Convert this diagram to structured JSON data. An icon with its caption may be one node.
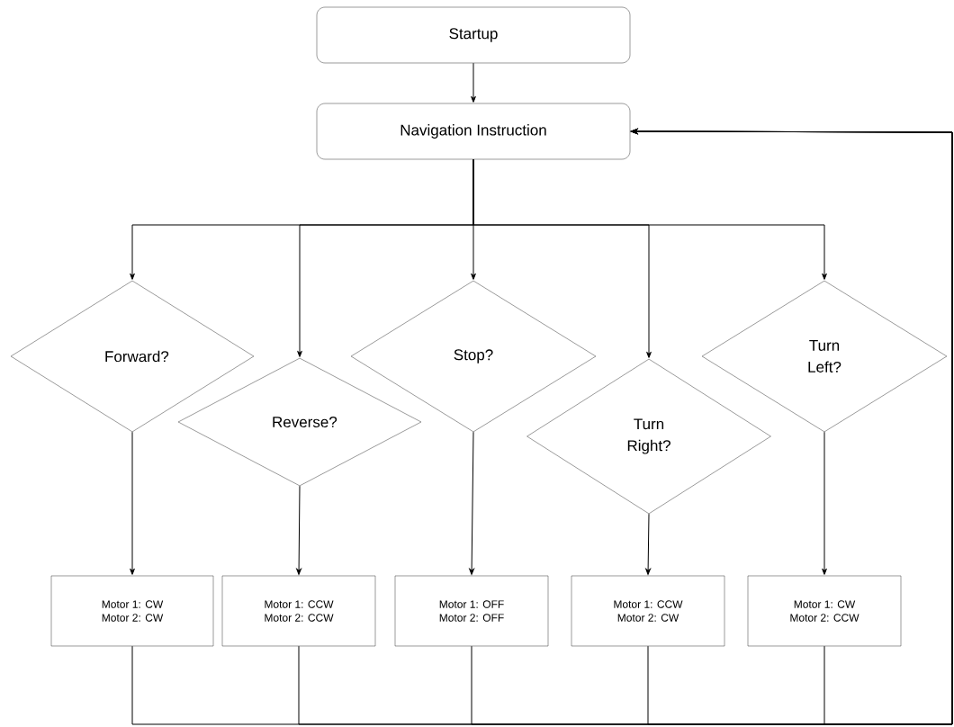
{
  "diagram": {
    "nodes": [
      {
        "text": [
          "Startup"
        ]
      },
      {
        "text": [
          "Navigation Instruction"
        ]
      },
      {
        "text": [
          "Forward?"
        ]
      },
      {
        "text": [
          "Reverse?"
        ]
      },
      {
        "text": [
          "Stop?"
        ]
      },
      {
        "text": [
          "Turn Right?"
        ]
      },
      {
        "text": [
          "Turn Left?"
        ]
      },
      {
        "text": [
          "Motor 1: CW",
          "Motor 2: CW"
        ]
      },
      {
        "text": [
          "Motor 1: CCW",
          "Motor 2: CCW"
        ]
      },
      {
        "text": [
          "Motor 1: OFF",
          "Motor 2: OFF"
        ]
      },
      {
        "text": [
          "Motor 1: CCW",
          "Motor 2: CW"
        ]
      },
      {
        "text": [
          "Motor 1: CW",
          "Motor 2: CCW"
        ]
      }
    ],
    "edges": [
      {
        "from": 0,
        "to": 1,
        "arrow": "to"
      },
      {
        "from": 1,
        "to": 2,
        "arrow": "to"
      },
      {
        "from": 1,
        "to": 3,
        "arrow": "to"
      },
      {
        "from": 1,
        "to": 4,
        "arrow": "to"
      },
      {
        "from": 1,
        "to": 5,
        "arrow": "to"
      },
      {
        "from": 1,
        "to": 6,
        "arrow": "to"
      },
      {
        "from": 2,
        "to": 7,
        "arrow": "to"
      },
      {
        "from": 3,
        "to": 8,
        "arrow": "to"
      },
      {
        "from": 4,
        "to": 9,
        "arrow": "to"
      },
      {
        "from": 5,
        "to": 10,
        "arrow": "to"
      },
      {
        "from": 6,
        "to": 11,
        "arrow": "to"
      },
      {
        "from": 7,
        "to": 1,
        "arrow": "to"
      },
      {
        "from": 8,
        "to": 1,
        "arrow": "to"
      },
      {
        "from": 9,
        "to": 1,
        "arrow": "to"
      },
      {
        "from": 10,
        "to": 1,
        "arrow": "to"
      },
      {
        "from": 11,
        "to": 1,
        "arrow": "to"
      }
    ]
  }
}
